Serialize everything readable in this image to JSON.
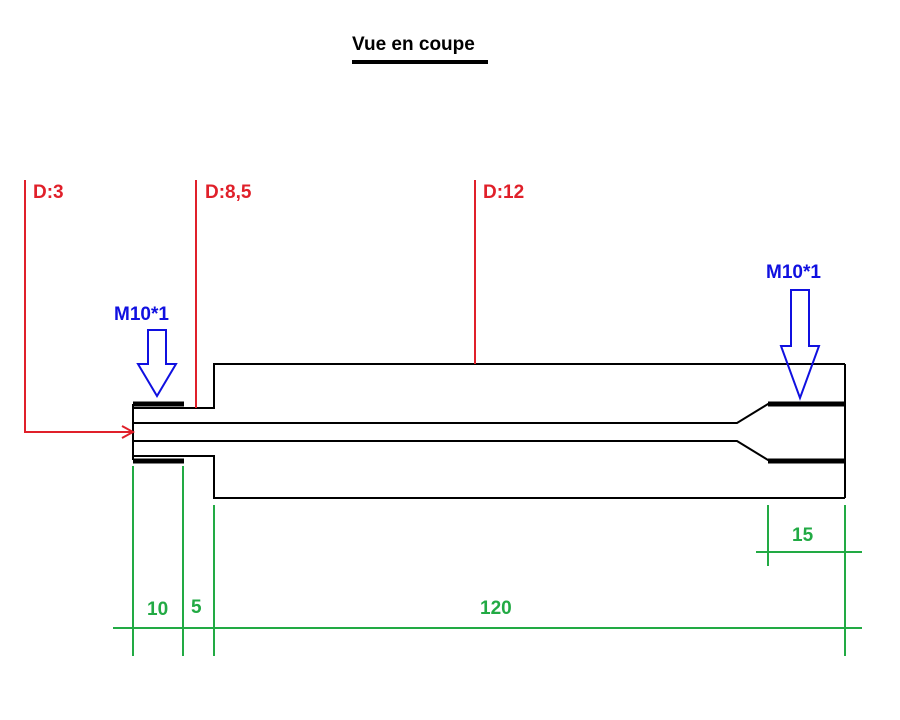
{
  "title": "Vue en coupe",
  "diameters": {
    "d1": "D:3",
    "d2": "D:8,5",
    "d3": "D:12"
  },
  "threads": {
    "left": "M10*1",
    "right": "M10*1"
  },
  "dimensions": {
    "d10": "10",
    "d5": "5",
    "d120": "120",
    "d15": "15"
  },
  "colors": {
    "outline": "#000000",
    "diameter": "#e0202a",
    "thread": "#1010e0",
    "dimension": "#22aa44"
  }
}
